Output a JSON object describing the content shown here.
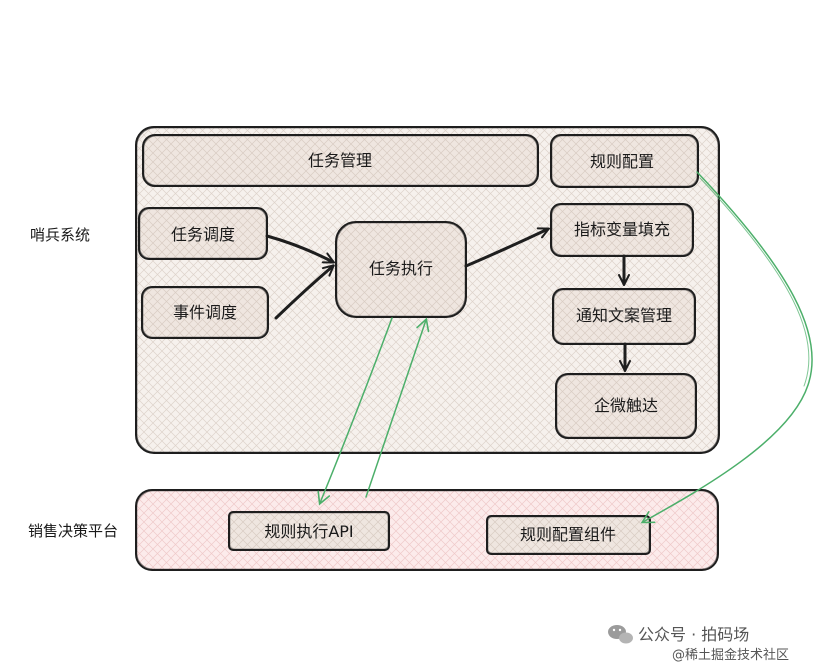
{
  "sentinel": {
    "label": "哨兵系统",
    "task_management": "任务管理",
    "rule_config": "规则配置",
    "task_scheduling": "任务调度",
    "event_scheduling": "事件调度",
    "task_execution": "任务执行",
    "indicator_fill": "指标变量填充",
    "notification_copy": "通知文案管理",
    "wecom_reach": "企微触达"
  },
  "sales": {
    "label": "销售决策平台",
    "rule_exec_api": "规则执行API",
    "rule_config_component": "规则配置组件"
  },
  "watermark": {
    "line1": "公众号 · 拍码场",
    "line2": "@稀土掘金技术社区"
  },
  "colors": {
    "box_fill": "#f3ece7",
    "sales_fill": "#fbe4e4",
    "stroke": "#1e1e1e",
    "arrow_green": "#4caf6a"
  }
}
